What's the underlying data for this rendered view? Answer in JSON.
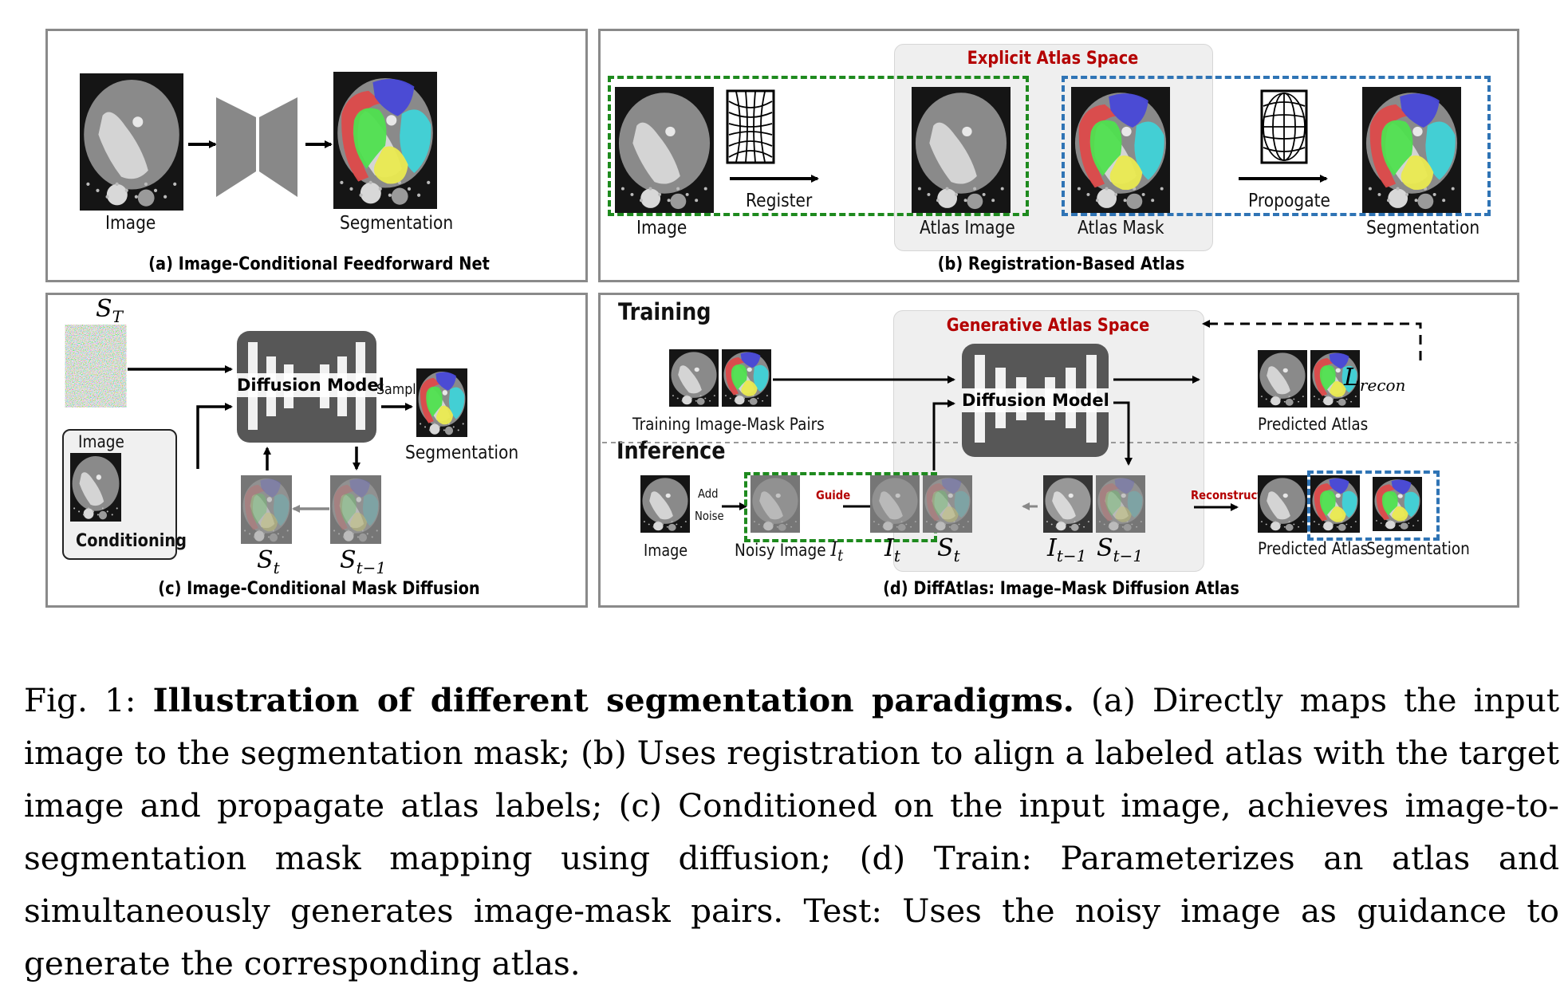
{
  "figure": {
    "panel_a": {
      "caption": "(a) Image-Conditional Feedforward Net",
      "image_label": "Image",
      "segmentation_label": "Segmentation"
    },
    "panel_b": {
      "caption": "(b) Registration-Based Atlas",
      "atlas_space_title": "Explicit Atlas Space",
      "image_label": "Image",
      "register_label": "Register",
      "atlas_image_label": "Atlas Image",
      "atlas_mask_label": "Atlas Mask",
      "propagate_label": "Propogate",
      "segmentation_label": "Segmentation"
    },
    "panel_c": {
      "caption": "(c) Image-Conditional Mask Diffusion",
      "noise_symbol": "S",
      "noise_sub": "T",
      "model_label": "Diffusion Model",
      "sample_label": "Sample",
      "segmentation_label": "Segmentation",
      "conditioning_image_label": "Image",
      "conditioning_label": "Conditioning",
      "st_symbol": "S",
      "st_sub": "t",
      "st1_symbol": "S",
      "st1_sub": "t−1"
    },
    "panel_d": {
      "caption": "(d) DiffAtlas: Image–Mask Diffusion Atlas",
      "training_label": "Training",
      "inference_label": "Inference",
      "atlas_space_title": "Generative Atlas Space",
      "model_label": "Diffusion Model",
      "training_pairs_label": "Training Image-Mask Pairs",
      "predicted_atlas_label_train": "Predicted Atlas",
      "loss_symbol": "L",
      "loss_sub": "recon",
      "image_label": "Image",
      "add_noise_label_1": "Add",
      "add_noise_label_2": "Noise",
      "noisy_image_label": "Noisy Image",
      "noisy_symbol": "I",
      "noisy_sub": "t",
      "guide_label": "Guide",
      "it_symbol": "I",
      "it_sub": "t",
      "st_symbol": "S",
      "st_sub": "t",
      "it1_symbol": "I",
      "it1_sub": "t−1",
      "st1_symbol": "S",
      "st1_sub": "t−1",
      "reconstruct_label": "Reconstruct",
      "predicted_atlas_label_infer": "Predicted Atlas",
      "segmentation_label": "Segmentation"
    },
    "colors": {
      "accent_red": "#b40000",
      "dash_green": "#1e8a1e",
      "dash_blue": "#2f74b5",
      "model_gray": "#575757",
      "seg_red": "#dd4a4a",
      "seg_blue": "#4848d8",
      "seg_green": "#4fe04f",
      "seg_cyan": "#3fd3d8",
      "seg_yellow": "#eaea50"
    }
  },
  "caption": {
    "prefix": "Fig. 1: ",
    "bold": "Illustration of different segmentation paradigms.",
    "text": " (a) Directly maps the input image to the segmentation mask; (b) Uses registration to align a labeled atlas with the target image and propagate atlas labels; (c) Conditioned on the input image, achieves image-to-segmentation mask mapping using diffusion; (d) Train: Parameterizes an atlas and simultaneously generates image-mask pairs. Test: Uses the noisy image as guidance to generate the corresponding atlas."
  }
}
